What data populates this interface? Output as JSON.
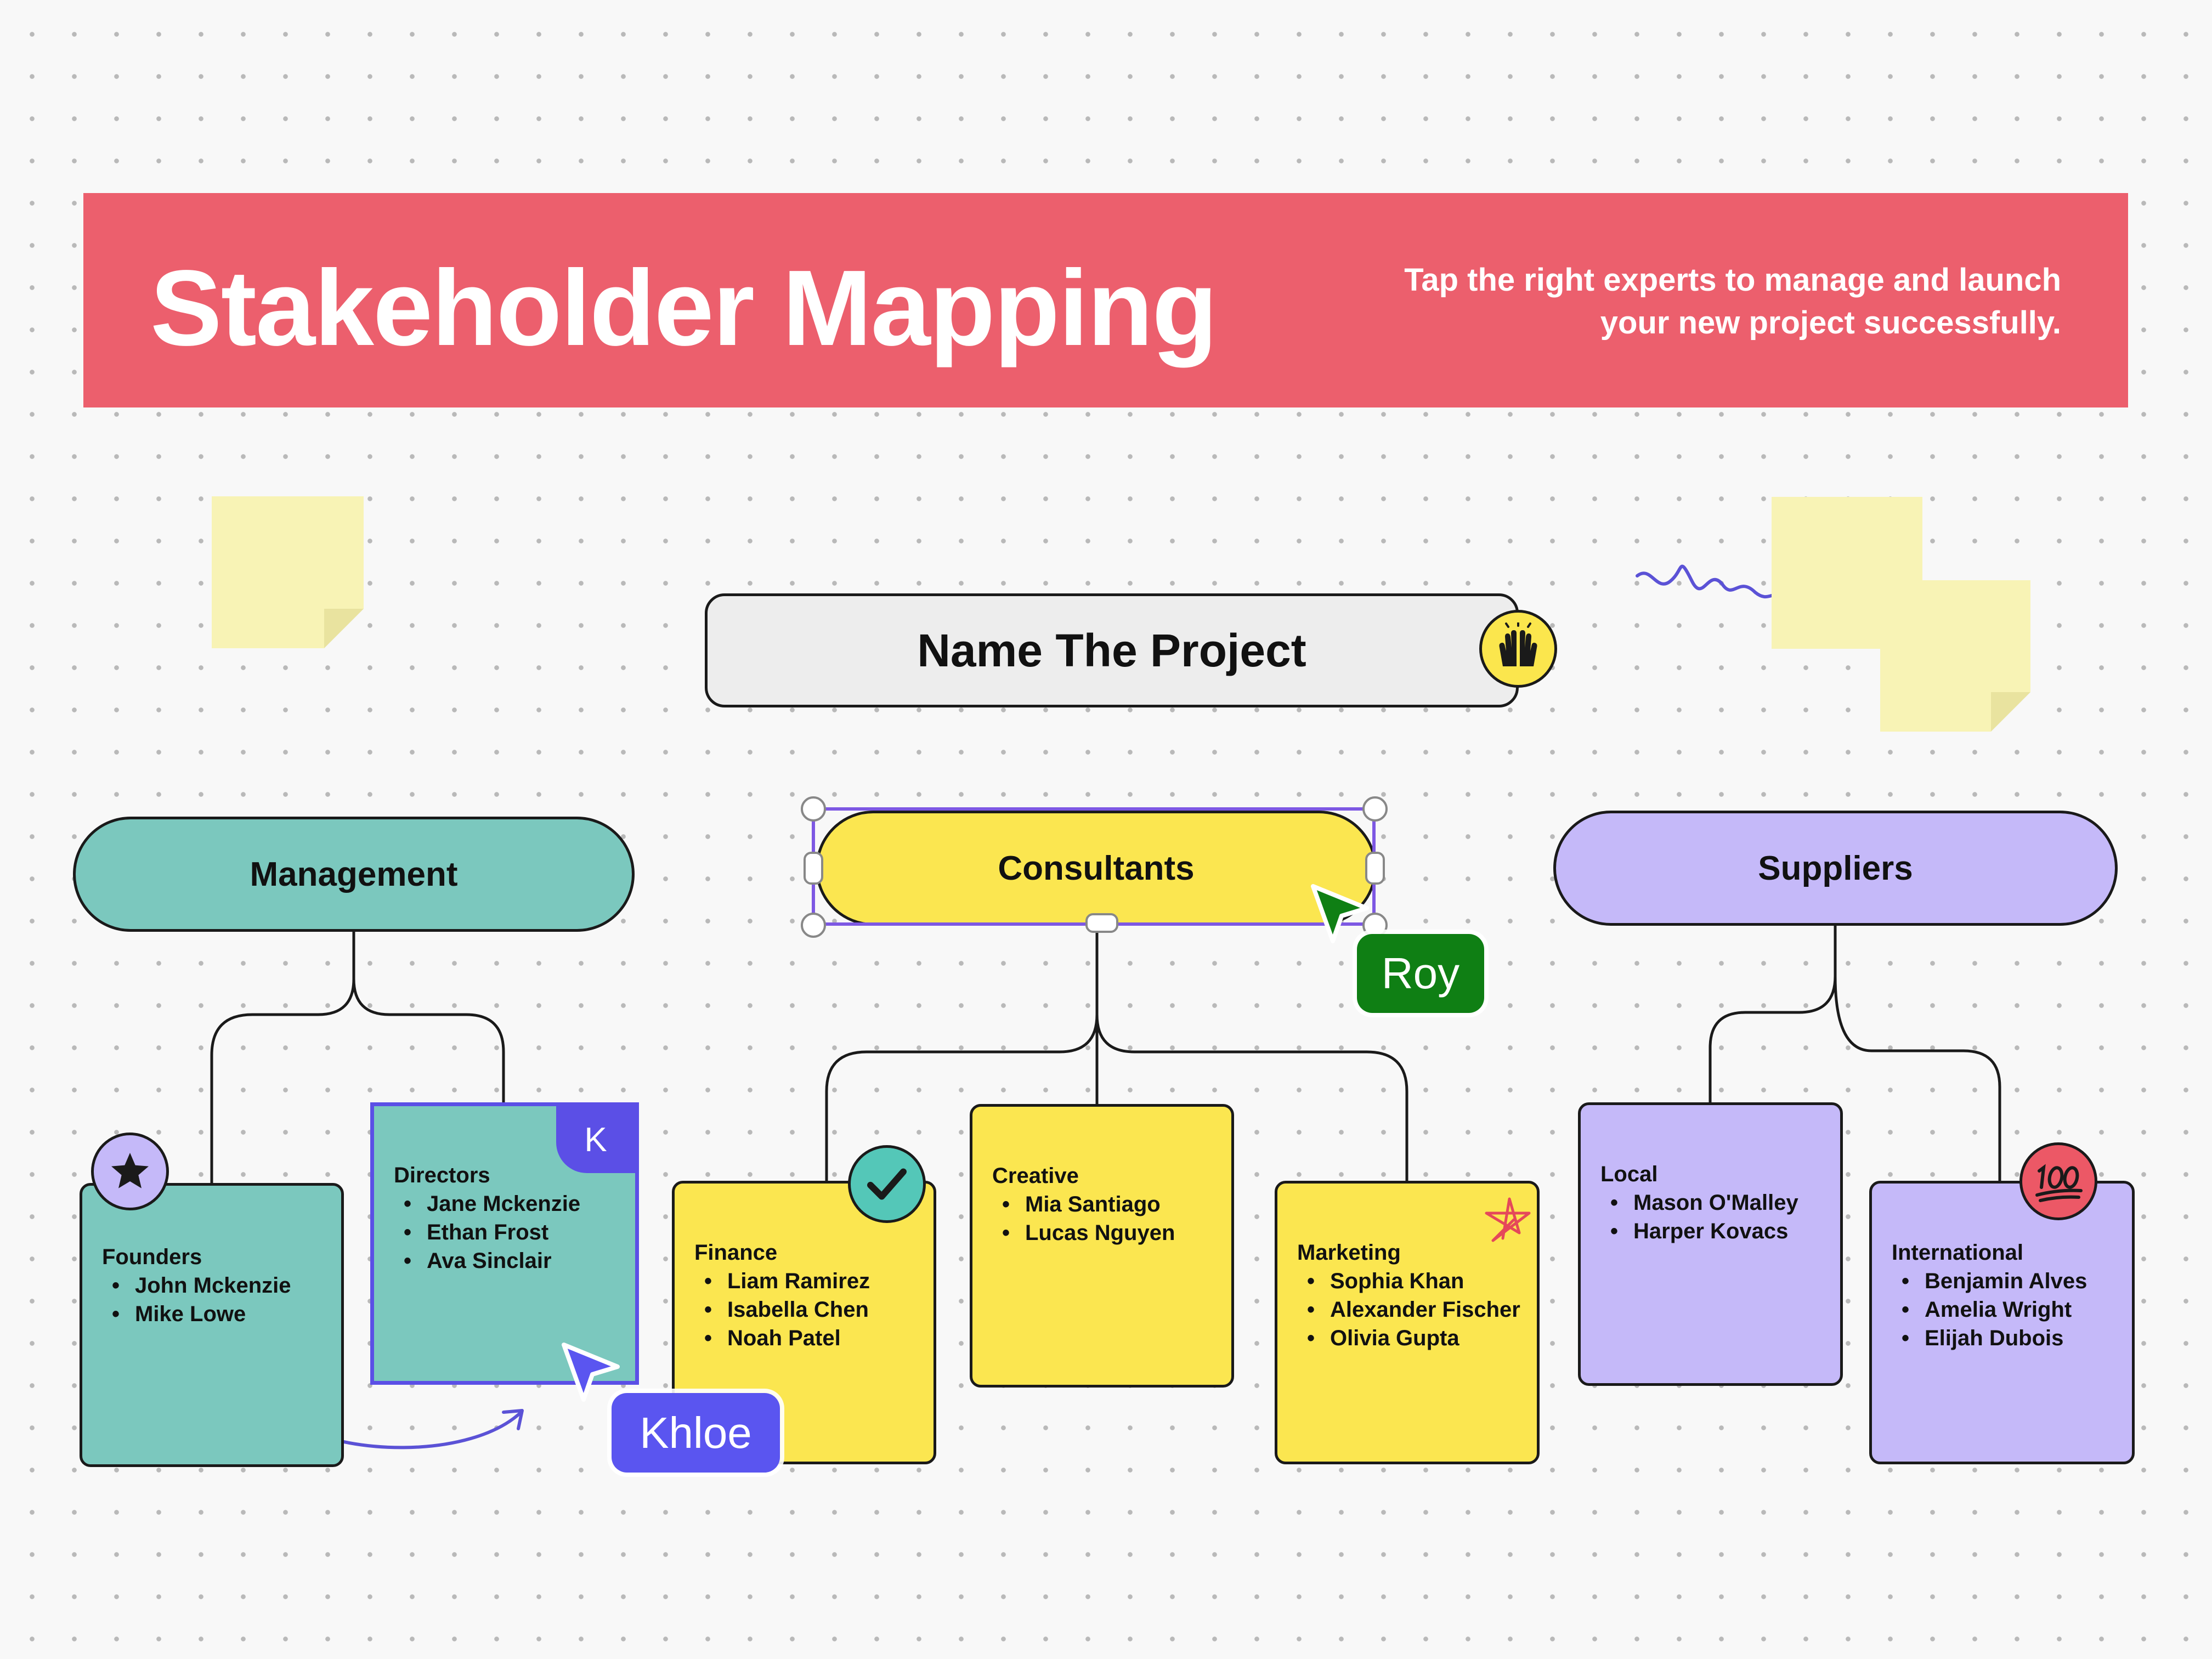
{
  "banner": {
    "title": "Stakeholder Mapping",
    "subtitle": "Tap the right experts to manage and launch your new project successfully.",
    "color": "#ec5f6d"
  },
  "project": {
    "label": "Name The Project",
    "emoji": "raised-hands-emoji"
  },
  "groups": {
    "management": "Management",
    "consultants": "Consultants",
    "suppliers": "Suppliers"
  },
  "cards": {
    "founders": {
      "title": "Founders",
      "members": [
        "John Mckenzie",
        "Mike Lowe"
      ],
      "badge": "star-icon"
    },
    "directors": {
      "title": "Directors",
      "members": [
        "Jane Mckenzie",
        "Ethan Frost",
        "Ava Sinclair"
      ],
      "corner_label": "K"
    },
    "finance": {
      "title": "Finance",
      "members": [
        "Liam Ramirez",
        "Isabella Chen",
        "Noah Patel"
      ],
      "badge": "check-icon"
    },
    "creative": {
      "title": "Creative",
      "members": [
        "Mia Santiago",
        "Lucas Nguyen"
      ]
    },
    "marketing": {
      "title": "Marketing",
      "members": [
        "Sophia Khan",
        "Alexander Fischer",
        "Olivia Gupta"
      ],
      "badge": "star-doodle-icon"
    },
    "local": {
      "title": "Local",
      "members": [
        "Mason O'Malley",
        "Harper Kovacs"
      ]
    },
    "international": {
      "title": "International",
      "members": [
        "Benjamin Alves",
        "Amelia Wright",
        "Elijah Dubois"
      ],
      "badge": "hundred-points-icon"
    }
  },
  "cursors": {
    "roy": {
      "name": "Roy",
      "color": "#0f7f14"
    },
    "khloe": {
      "name": "Khloe",
      "color": "#5a55f0"
    }
  },
  "colors": {
    "teal": "#7bc8be",
    "yellow": "#fbe650",
    "lavender": "#c5b9f9",
    "sticky": "#f8f3b5",
    "selection": "#7d58e3"
  }
}
